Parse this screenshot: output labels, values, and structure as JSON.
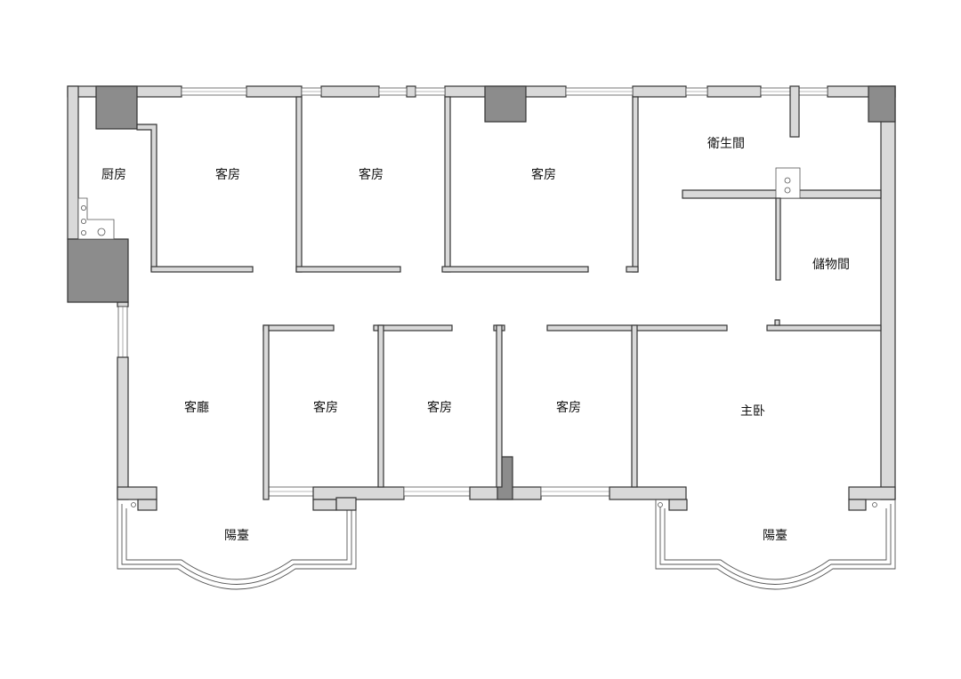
{
  "rooms": {
    "kitchen": "厨房",
    "guest_1": "客房",
    "guest_2": "客房",
    "guest_3": "客房",
    "bathroom": "衛生間",
    "storage": "儲物間",
    "living": "客廳",
    "guest_4": "客房",
    "guest_5": "客房",
    "guest_6": "客房",
    "master": "主卧",
    "balcony_left": "陽臺",
    "balcony_right": "陽臺"
  },
  "colors": {
    "wall_fill": "#d9d9d9",
    "column_fill": "#8c8c8c",
    "line": "#333333",
    "background": "#ffffff"
  }
}
